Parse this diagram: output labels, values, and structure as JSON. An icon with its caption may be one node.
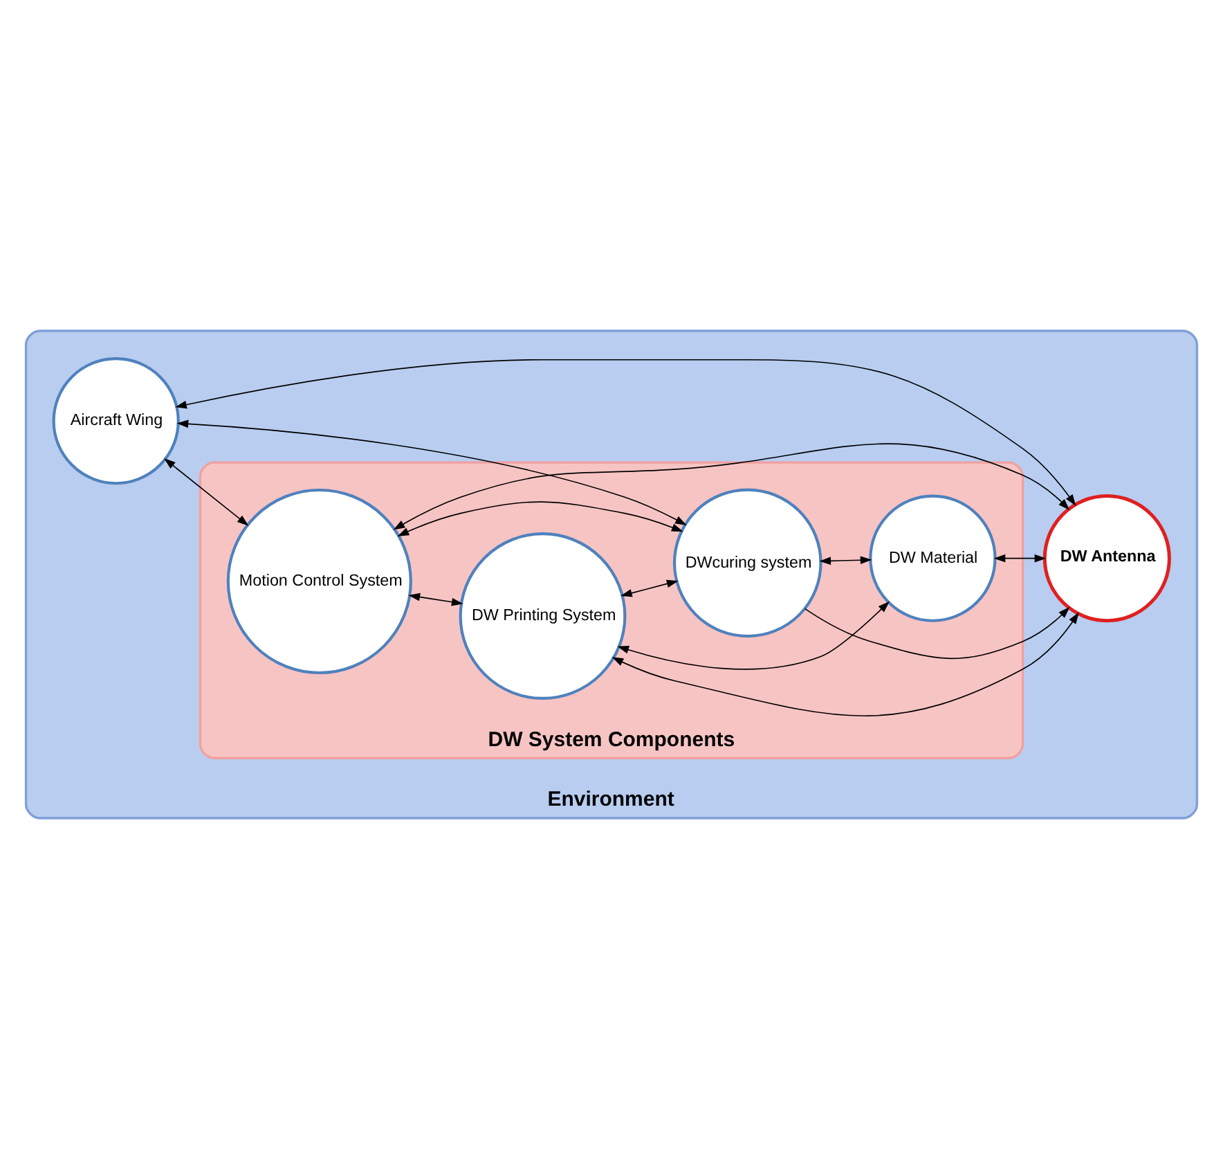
{
  "diagram": {
    "nodes": [
      {
        "text": [
          "Environment"
        ]
      },
      {
        "text": [
          "DW System Components"
        ],
        "in": 0
      },
      {
        "text": [
          "Motion Control System"
        ],
        "in": 1
      },
      {
        "text": [
          "DW Printing System"
        ],
        "in": 1
      },
      {
        "text": [
          "Aircraft Wing"
        ],
        "in": 0
      },
      {
        "text": [
          "DW Antenna"
        ],
        "in": 0
      },
      {
        "text": [
          "DWcuring system"
        ],
        "in": 1
      },
      {
        "text": [
          "DW Material"
        ],
        "in": 1
      }
    ],
    "edges": [
      {
        "from": 2,
        "to": 3,
        "arrow": "both"
      },
      {
        "from": 4,
        "to": 2,
        "arrow": "both"
      },
      {
        "from": 2,
        "to": 5,
        "arrow": "both"
      },
      {
        "from": 4,
        "to": 5,
        "arrow": "both"
      },
      {
        "from": 2,
        "to": 6,
        "arrow": "both"
      },
      {
        "from": 3,
        "to": 6,
        "arrow": "both"
      },
      {
        "from": 3,
        "to": 7,
        "arrow": "both"
      },
      {
        "from": 3,
        "to": 5,
        "arrow": "both"
      },
      {
        "from": 4,
        "to": 6,
        "arrow": "both"
      },
      {
        "from": 6,
        "to": 5,
        "arrow": "to"
      },
      {
        "from": 6,
        "to": 7,
        "arrow": "both"
      },
      {
        "from": 7,
        "to": 5,
        "arrow": "both"
      }
    ]
  }
}
